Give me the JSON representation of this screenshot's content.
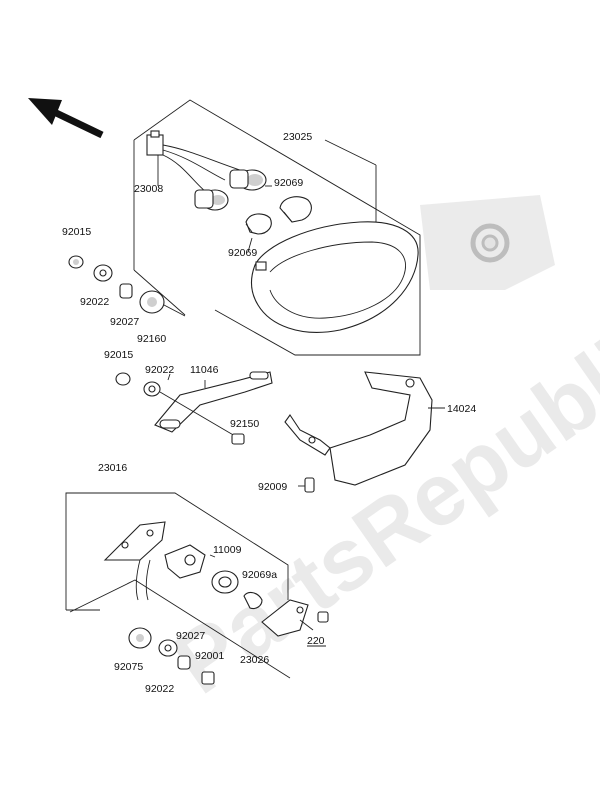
{
  "watermark": {
    "text": "PartsRepublik"
  },
  "labels": {
    "p23025": "23025",
    "p23008": "23008",
    "p92069_a": "92069",
    "p92069_b": "92069",
    "p92015_a": "92015",
    "p92022_a": "92022",
    "p92027_a": "92027",
    "p92160": "92160",
    "p92015_b": "92015",
    "p92022_b": "92022",
    "p11046": "11046",
    "p92150": "92150",
    "p14024": "14024",
    "p92009": "92009",
    "p23016": "23016",
    "p11009": "11009",
    "p92069a": "92069a",
    "p220": "220",
    "p92027_b": "92027",
    "p92001": "92001",
    "p23026": "23026",
    "p92075": "92075",
    "p92022_c": "92022"
  }
}
